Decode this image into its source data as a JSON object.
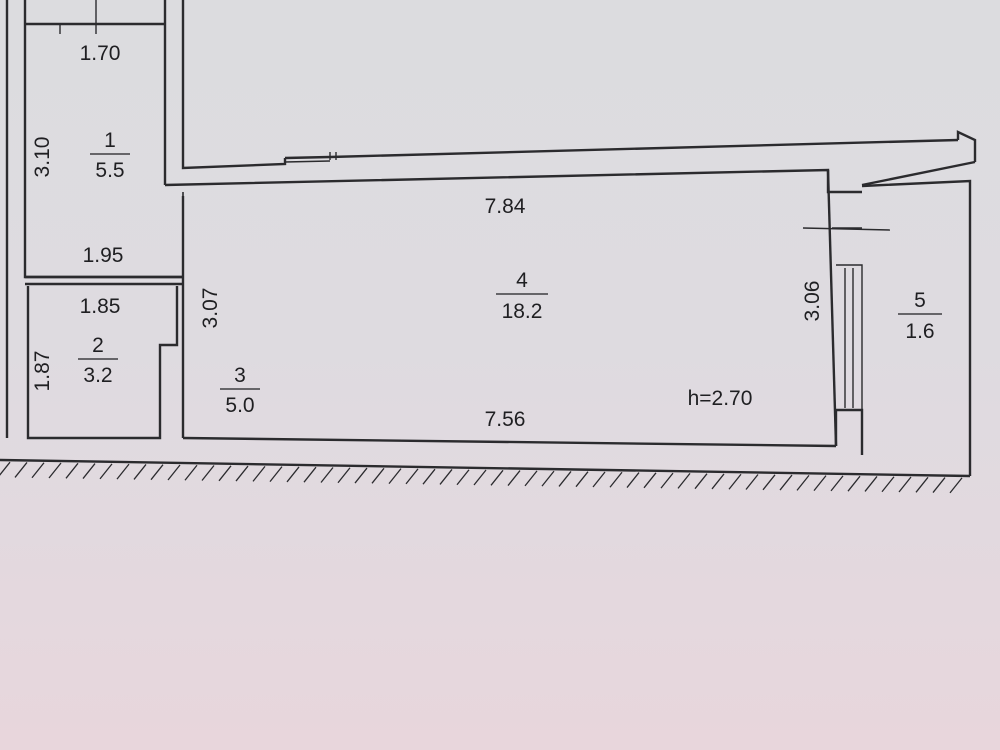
{
  "plan": {
    "ceiling_height": "h=2.70",
    "rooms": [
      {
        "number": "1",
        "area": "5.5"
      },
      {
        "number": "2",
        "area": "3.2"
      },
      {
        "number": "3",
        "area": "5.0"
      },
      {
        "number": "4",
        "area": "18.2"
      },
      {
        "number": "5",
        "area": "1.6"
      }
    ],
    "dimensions": {
      "room1_width": "1.70",
      "room1_length": "3.10",
      "room1_bottom_width": "1.95",
      "room2_width": "1.85",
      "room2_length": "1.87",
      "room4_top_width": "7.84",
      "room4_bottom_width": "7.56",
      "room4_left_length": "3.07",
      "room4_right_length": "3.06"
    }
  }
}
